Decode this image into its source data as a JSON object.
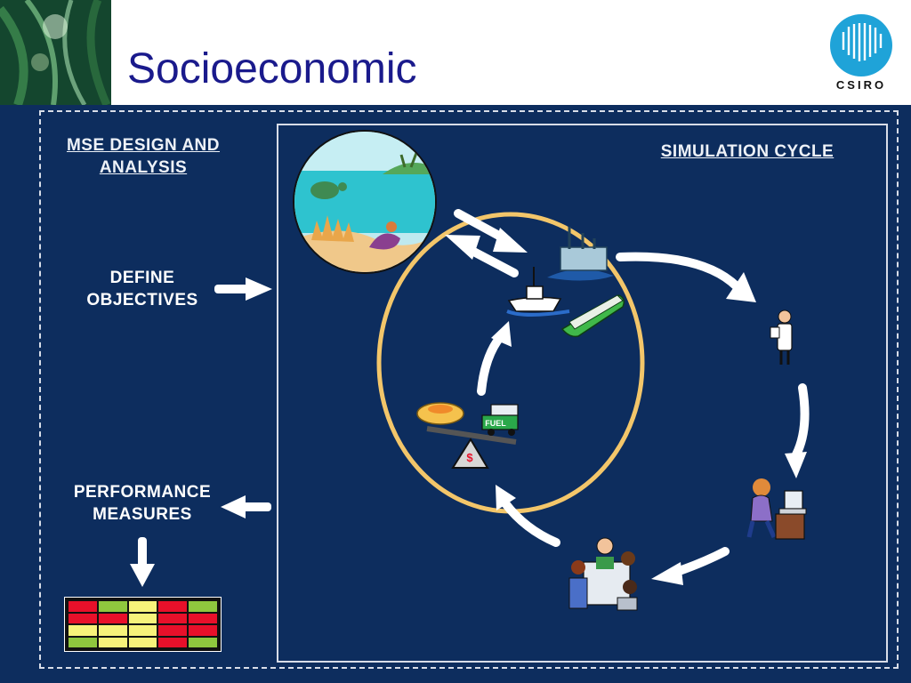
{
  "header": {
    "title": "Socioeconomic",
    "logo_text": "CSIRO"
  },
  "diagram": {
    "left_heading": "MSE DESIGN AND ANALYSIS",
    "right_heading": "SIMULATION CYCLE",
    "define_label": "DEFINE OBJECTIVES",
    "performance_label": "PERFORMANCE MEASURES",
    "fuel_label": "FUEL",
    "dollar_label": "$"
  },
  "performance_table": [
    [
      "red",
      "green",
      "yellow",
      "red",
      "green"
    ],
    [
      "red",
      "red",
      "yellow",
      "red",
      "red"
    ],
    [
      "yellow",
      "yellow",
      "yellow",
      "red",
      "red"
    ],
    [
      "green",
      "yellow",
      "yellow",
      "red",
      "green"
    ]
  ],
  "colors": {
    "background": "#0d2d5e",
    "title": "#1a1a8c",
    "highlight_ring": "#f3c66a",
    "logo": "#1fa3d8",
    "red": "#e8102a",
    "yellow": "#f7f27a",
    "green": "#8fc73e"
  }
}
